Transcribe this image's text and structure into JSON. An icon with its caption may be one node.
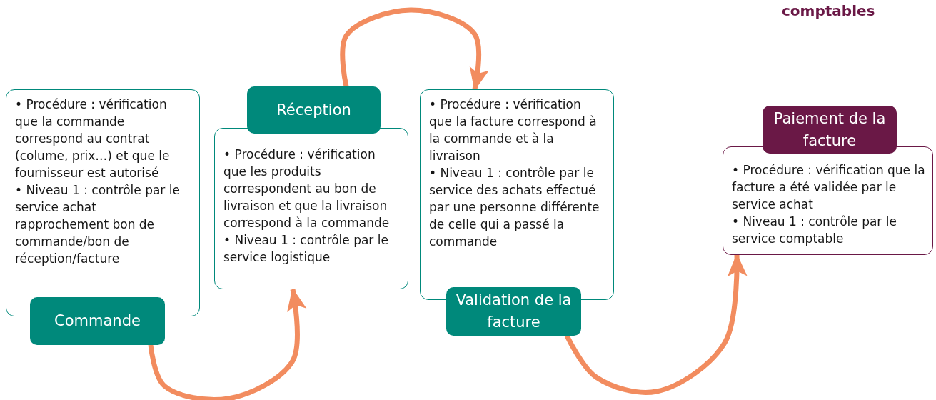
{
  "diagram": {
    "nodes": [
      {
        "text": [
          "• Procédure : vérification que la commande correspond au contrat (colume, prix…) et que le fournisseur est autorisé",
          "• Niveau 1 : contrôle par le service achat rapprochement bon de commande/bon de réception/facture"
        ]
      },
      {
        "text": [
          "Commande"
        ]
      },
      {
        "text": [
          "Réception"
        ]
      },
      {
        "text": [
          "• Procédure : vérification que les produits correspondent au bon de livraison et que la livraison correspond à la commande",
          "• Niveau 1 : contrôle par le service logistique"
        ]
      },
      {
        "text": [
          "• Procédure : vérification que la facture correspond à la commande et à la livraison",
          "• Niveau 1 : contrôle par le service des achats effectué par une personne différente de celle qui a passé la commande"
        ]
      },
      {
        "text": [
          "Validation de la facture"
        ]
      },
      {
        "text": [
          "Paiement de la facture"
        ]
      },
      {
        "text": [
          "• Procédure : vérification que la facture a été validée par le service achat",
          "• Niveau 1 : contrôle par le service comptable"
        ]
      }
    ],
    "edges": [
      {
        "from": 1,
        "to": 3,
        "arrow": "to"
      },
      {
        "from": 2,
        "to": 4,
        "arrow": "to"
      },
      {
        "from": 5,
        "to": 7,
        "arrow": "to"
      }
    ],
    "labels": [
      "comptables"
    ]
  }
}
